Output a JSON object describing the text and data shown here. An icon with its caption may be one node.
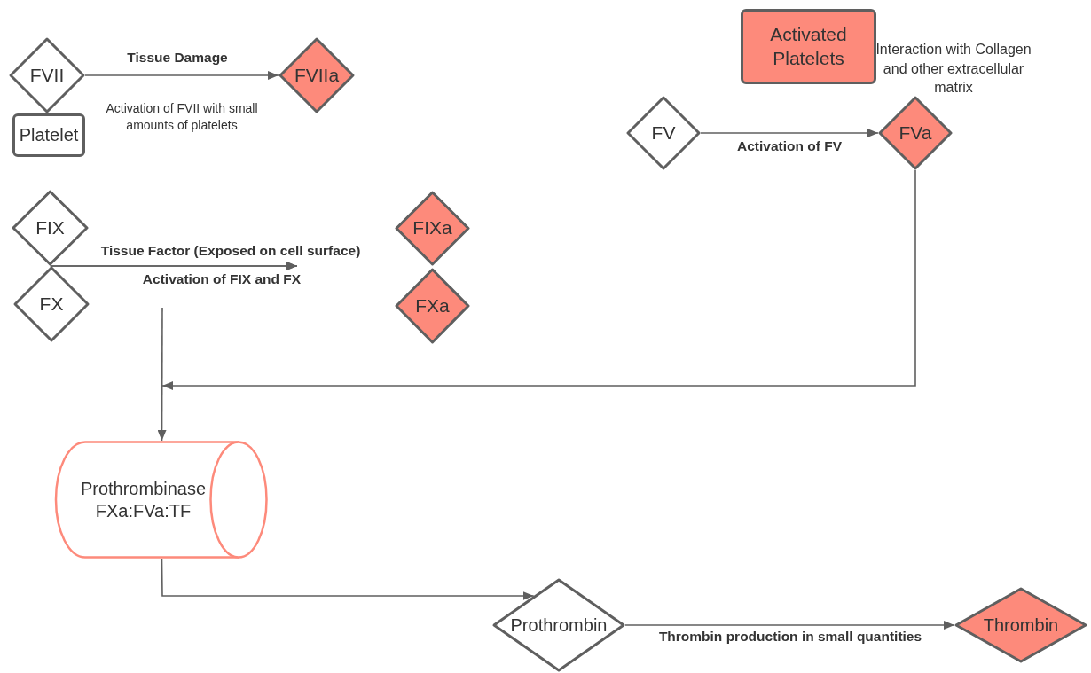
{
  "diagram": {
    "nodes": [
      {
        "text": [
          "FVII"
        ]
      },
      {
        "text": [
          "FVIIa"
        ]
      },
      {
        "text": [
          "Platelet"
        ]
      },
      {
        "text": [
          "Activated Platelets"
        ]
      },
      {
        "text": [
          "FV"
        ]
      },
      {
        "text": [
          "FVa"
        ]
      },
      {
        "text": [
          "FIX"
        ]
      },
      {
        "text": [
          "FX"
        ]
      },
      {
        "text": [
          "FIXa"
        ]
      },
      {
        "text": [
          "FXa"
        ]
      },
      {
        "text": [
          "Prothrombinase FXa:FVa:TF"
        ]
      },
      {
        "text": [
          "Prothrombin"
        ]
      },
      {
        "text": [
          "Thrombin"
        ]
      }
    ],
    "edges": [
      {
        "from": 0,
        "to": 1,
        "arrow": "to",
        "label": "Tissue Damage"
      },
      {
        "from": 4,
        "to": 5,
        "arrow": "to",
        "label": "Activation of FV"
      },
      {
        "from": 6,
        "to": null,
        "arrow": "to",
        "label": "Tissue Factor (Exposed on cell surface)"
      },
      {
        "from": 7,
        "to": null,
        "arrow": "to",
        "label": "Activation of FIX and FX"
      },
      {
        "from": null,
        "to": 10,
        "arrow": "to"
      },
      {
        "from": 5,
        "to": null,
        "arrow": "to"
      },
      {
        "from": 10,
        "to": 11,
        "arrow": "to"
      },
      {
        "from": 11,
        "to": 12,
        "arrow": "to",
        "label": "Thrombin production in small quantities"
      }
    ],
    "labels": [
      "Activation of FVII with small amounts of platelets",
      "Interaction with Collagen and other extracellular matrix"
    ]
  }
}
